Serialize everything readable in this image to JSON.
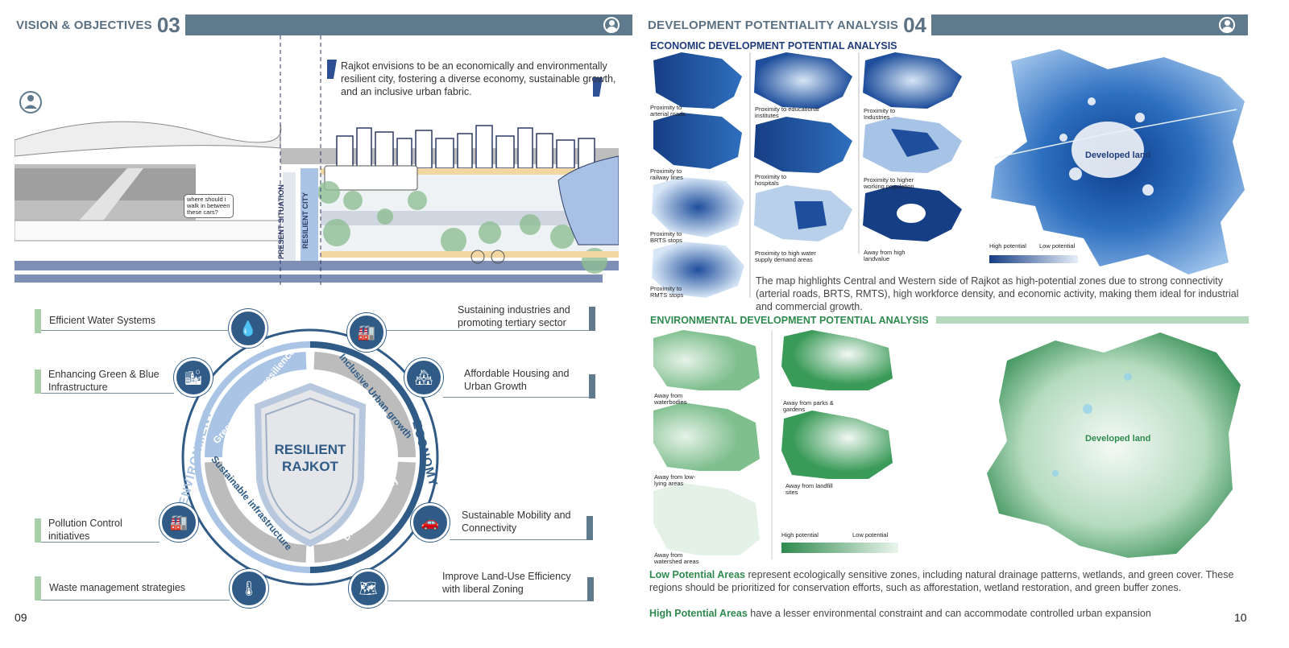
{
  "left": {
    "section_title": "VISION & OBJECTIVES",
    "section_number": "03",
    "quote": "Rajkot envisions to be an economically and environmentally resilient city, fostering a diverse economy, sustainable growth, and an inclusive urban fabric.",
    "speech": "where should i walk in between these cars?",
    "present_label": "PRESENT SITUATION",
    "resilient_label": "RESILIENT CITY",
    "center_title_1": "RESILIENT",
    "center_title_2": "RAJKOT",
    "arc_environment": "ENVIRONMENT",
    "arc_economy": "ECONOMY",
    "inner_arcs": [
      "Green & climate resilience",
      "Inclusive Urban growth",
      "Sustainable infrastructure",
      "Diverse economy"
    ],
    "objectives_left": [
      "Efficient Water Systems",
      "Enhancing Green & Blue Infrastructure",
      "Pollution Control initiatives",
      "Waste management strategies"
    ],
    "objectives_right": [
      "Sustaining industries and promoting tertiary sector",
      "Affordable Housing and Urban Growth",
      "Sustainable Mobility and Connectivity",
      "Improve Land-Use Efficiency with liberal Zoning"
    ],
    "page_number": "09"
  },
  "right": {
    "section_title": "DEVELOPMENT POTENTIALITY ANALYSIS",
    "section_number": "04",
    "economic_title": "ECONOMIC DEVELOPMENT POTENTIAL ANALYSIS",
    "economic_maps": [
      "Proximity to arterial roads",
      "Proximity to railway lines",
      "Proximity to BRTS stops",
      "Proximity to RMTS stops",
      "Proximity to educational institutes",
      "Proximity to hospitals",
      "Proximity to high water supply demand areas",
      "Proximity to Industries",
      "Proximity to higher working population",
      "Away from high landvalue"
    ],
    "developed_land": "Developed land",
    "legend_high": "High potential",
    "legend_low": "Low potential",
    "economic_text": "The map highlights Central and Western side of  Rajkot as high-potential zones due to strong connectivity (arterial roads, BRTS, RMTS), high workforce density, and economic activity, making them ideal for industrial and commercial growth.",
    "environmental_title": "ENVIRONMENTAL DEVELOPMENT POTENTIAL ANALYSIS",
    "environmental_maps": [
      "Away from waterbodies",
      "Away from low-lying areas",
      "Away from watershed areas",
      "Away from parks & gardens",
      "Away from landfill sites"
    ],
    "low_areas_label": "Low Potential Areas",
    "low_areas_text": "represent ecologically sensitive zones, including natural drainage patterns, wetlands, and green cover. These regions should be prioritized for conservation efforts, such as afforestation, wetland restoration, and green buffer zones.",
    "high_areas_label": "High Potential Areas",
    "high_areas_text": "have a lesser environmental constraint and can accommodate controlled urban expansion",
    "page_number": "10"
  },
  "colors": {
    "header": "#5f7a8c",
    "econ_blue": "#1f5ea8",
    "env_green": "#2e8a4e",
    "dark_navy": "#2f5b86",
    "light_blue": "#a9c4e4"
  }
}
